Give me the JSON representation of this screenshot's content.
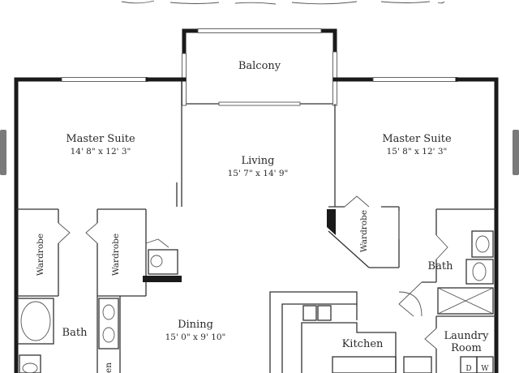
{
  "rooms": {
    "balcony": {
      "name": "Balcony"
    },
    "master_suite_left": {
      "name": "Master Suite",
      "dims": "14' 8\" x 12' 3\""
    },
    "living": {
      "name": "Living",
      "dims": "15' 7\" x 14' 9\""
    },
    "master_suite_right": {
      "name": "Master Suite",
      "dims": "15' 8\" x 12' 3\""
    },
    "wardrobe_1": {
      "name": "Wardrobe"
    },
    "wardrobe_2": {
      "name": "Wardrobe"
    },
    "wardrobe_3": {
      "name": "Wardrobe"
    },
    "bath_left": {
      "name": "Bath"
    },
    "bath_right": {
      "name": "Bath"
    },
    "dining": {
      "name": "Dining",
      "dims": "15' 0\" x 9' 10\""
    },
    "kitchen": {
      "name": "Kitchen"
    },
    "laundry": {
      "name": "Laundry",
      "name2": "Room"
    },
    "linen": {
      "name": "Linen"
    }
  },
  "appliances": {
    "dryer": "D",
    "washer": "W"
  },
  "colors": {
    "wall": "#1a1a1a",
    "line": "#333333",
    "background": "#ffffff"
  },
  "icons": {
    "prev": "left-nav-arrow",
    "next": "right-nav-arrow"
  }
}
